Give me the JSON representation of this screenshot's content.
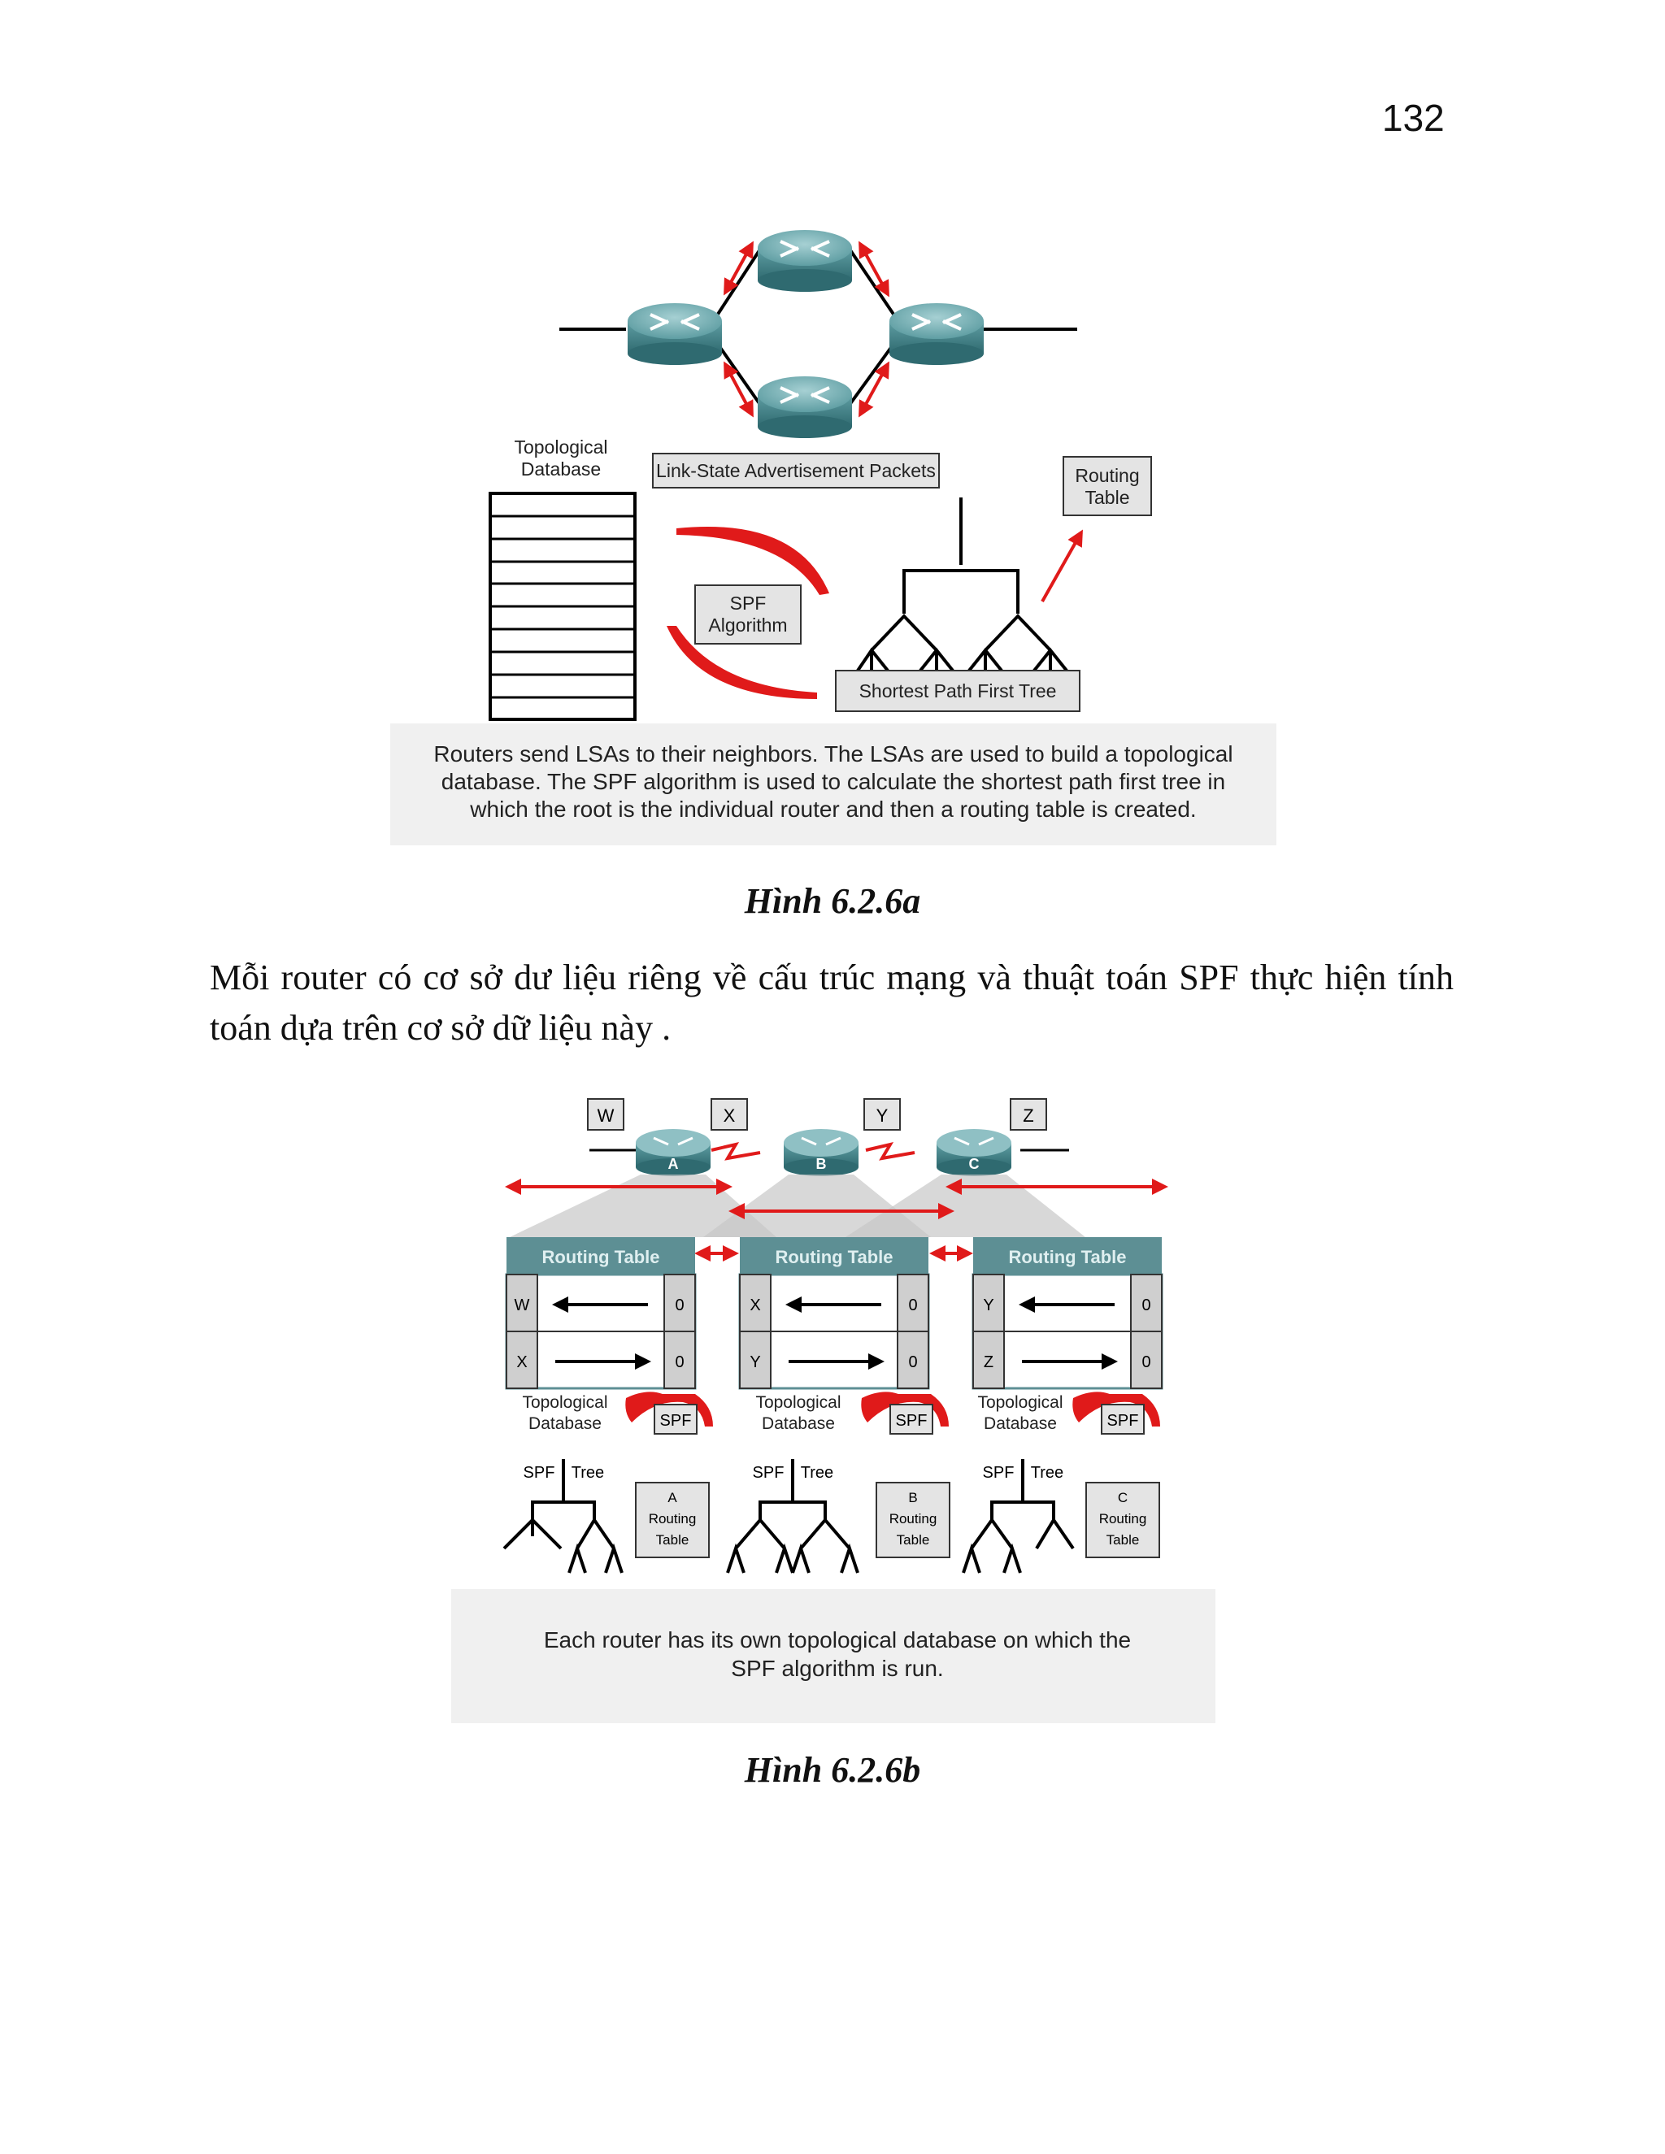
{
  "page_number": "132",
  "figure_a": {
    "label_topological_database": [
      "Topological",
      "Database"
    ],
    "label_lsa": "Link-State Advertisement Packets",
    "label_routing_table": [
      "Routing",
      "Table"
    ],
    "label_spf_algorithm": [
      "SPF",
      "Algorithm"
    ],
    "label_spf_tree": "Shortest Path First Tree",
    "description": [
      "Routers send LSAs to their neighbors. The LSAs are used to build a topological",
      "database. The SPF algorithm is used to calculate the shortest path first tree in",
      "which the root is the individual router and then a routing table is created."
    ],
    "caption": "Hình 6.2.6a"
  },
  "body_text": "Mỗi router có cơ sở dư liệu riêng về cấu trúc mạng và thuật toán SPF thực hiện tính toán dựa trên cơ sở dữ liệu này .",
  "figure_b": {
    "network_labels": [
      "W",
      "X",
      "Y",
      "Z"
    ],
    "router_labels": [
      "A",
      "B",
      "C"
    ],
    "routing_table_title": "Routing Table",
    "tables": [
      {
        "rows": [
          {
            "dest": "W",
            "cost": "0"
          },
          {
            "dest": "X",
            "cost": "0"
          }
        ]
      },
      {
        "rows": [
          {
            "dest": "X",
            "cost": "0"
          },
          {
            "dest": "Y",
            "cost": "0"
          }
        ]
      },
      {
        "rows": [
          {
            "dest": "Y",
            "cost": "0"
          },
          {
            "dest": "Z",
            "cost": "0"
          }
        ]
      }
    ],
    "topological_database": [
      "Topological",
      "Database"
    ],
    "spf_label": "SPF",
    "spf_tree_labels": [
      "SPF",
      "Tree"
    ],
    "router_routing_tables": [
      [
        "A",
        "Routing",
        "Table"
      ],
      [
        "B",
        "Routing",
        "Table"
      ],
      [
        "C",
        "Routing",
        "Table"
      ]
    ],
    "description": [
      "Each router has its own topological database on which the",
      "SPF algorithm is run."
    ],
    "caption": "Hình 6.2.6b"
  },
  "colors": {
    "router_body": "#4f8f95",
    "router_top": "#7fb5ba",
    "table_header": "#5d8f94",
    "arrow_red": "#e01a1a",
    "box_fill": "#e4e4e4"
  }
}
